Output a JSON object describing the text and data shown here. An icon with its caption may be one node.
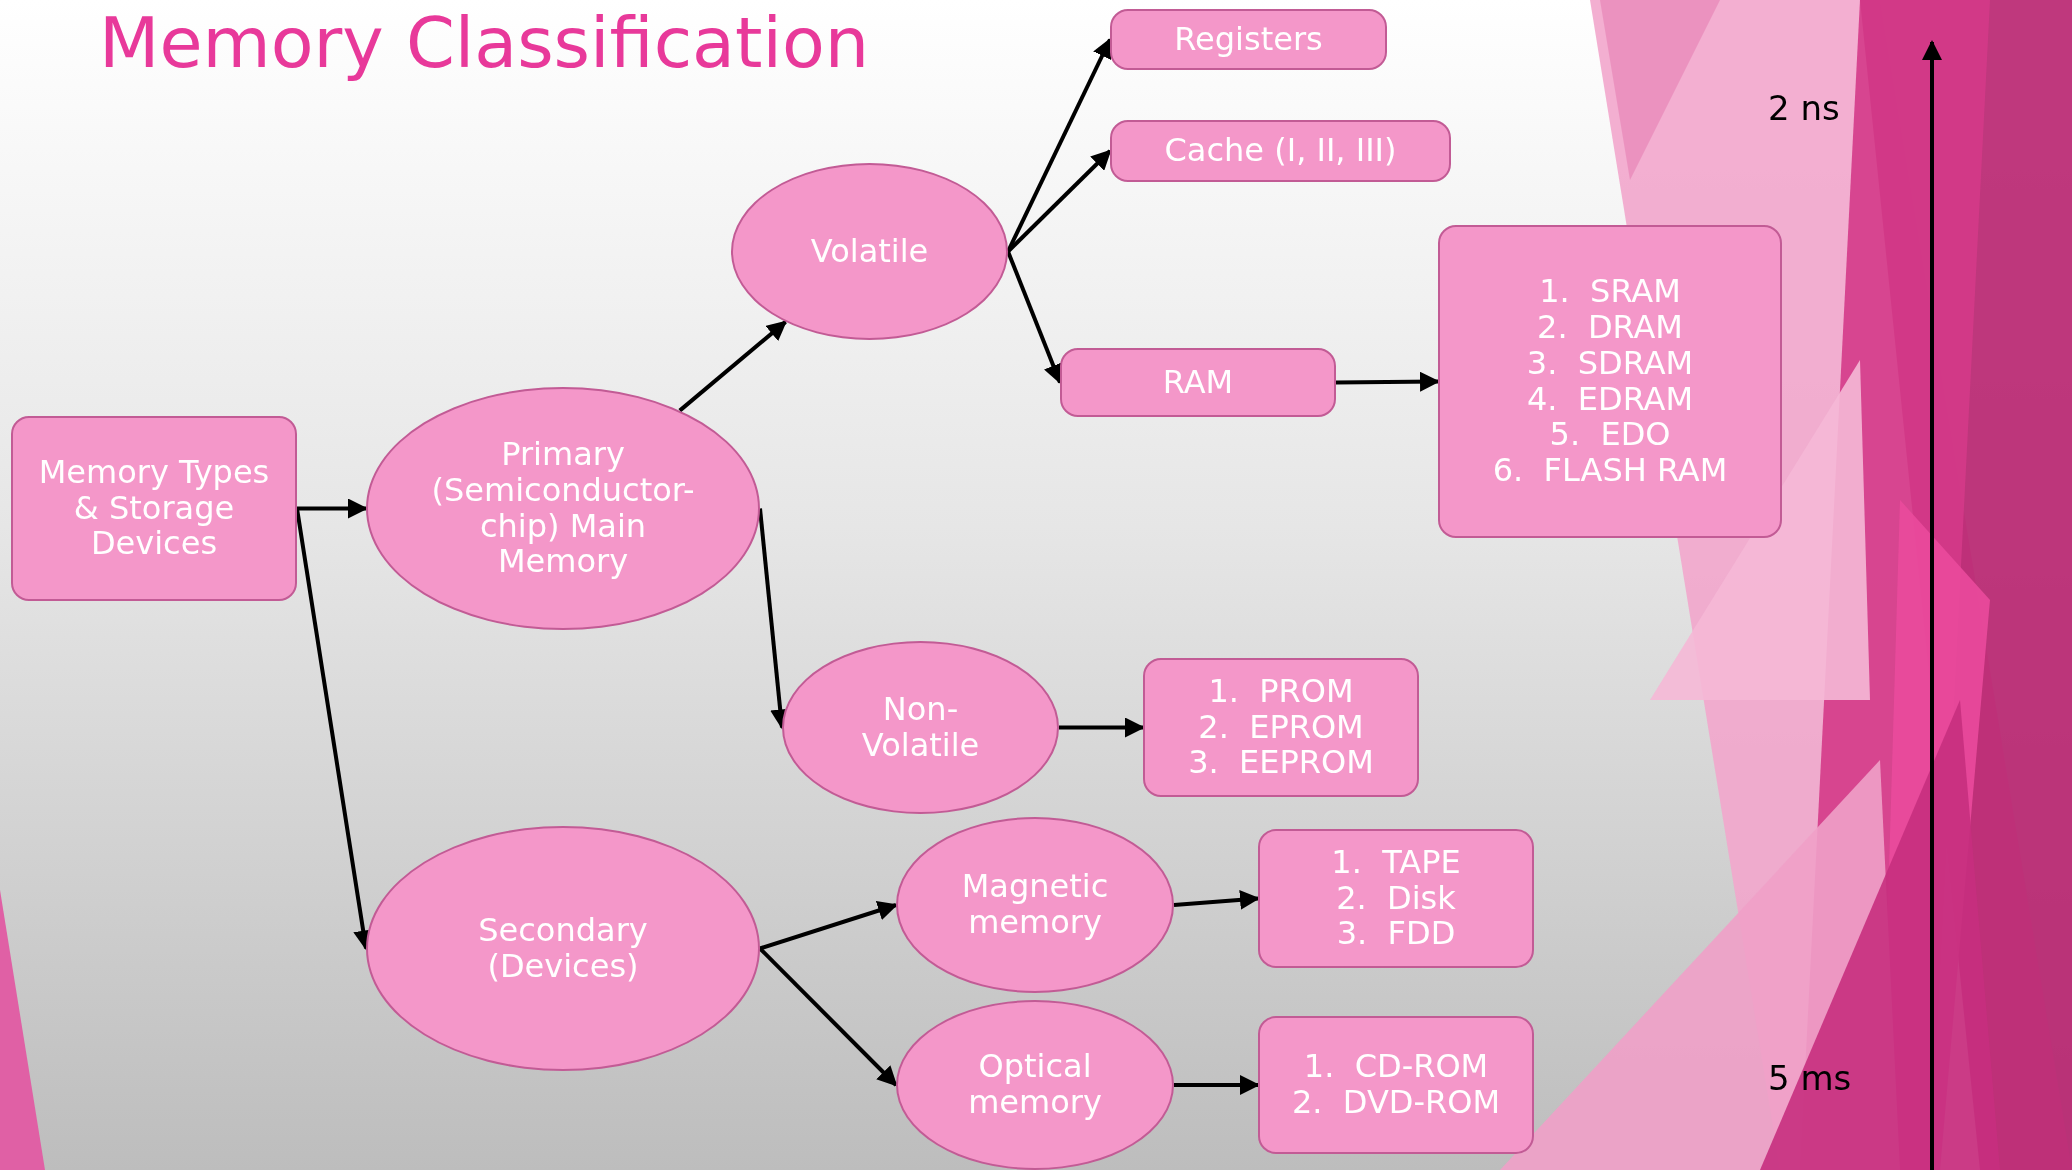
{
  "diagram": {
    "title": "Memory Classification",
    "nodes": [
      {
        "text": [
          "Memory Types & Storage Devices"
        ]
      },
      {
        "text": [
          "Primary (Semiconductor-chip) Main Memory"
        ]
      },
      {
        "text": [
          "Volatile"
        ]
      },
      {
        "text": [
          "Registers"
        ]
      },
      {
        "text": [
          "Cache (I, II, III)"
        ]
      },
      {
        "text": [
          "RAM"
        ]
      },
      {
        "text": [
          "1.  SRAM",
          "2.  DRAM",
          "3.  SDRAM",
          "4.  EDRAM",
          "5.  EDO",
          "6.  FLASH RAM"
        ]
      },
      {
        "text": [
          "Non-Volatile"
        ]
      },
      {
        "text": [
          "1.  PROM",
          "2.  EPROM",
          "3.  EEPROM"
        ]
      },
      {
        "text": [
          "Secondary (Devices)"
        ]
      },
      {
        "text": [
          "Magnetic memory"
        ]
      },
      {
        "text": [
          "1.  TAPE",
          "2.  Disk",
          "3.  FDD"
        ]
      },
      {
        "text": [
          "Optical memory"
        ]
      },
      {
        "text": [
          "1.  CD-ROM",
          "2.  DVD-ROM"
        ]
      }
    ],
    "edges": [
      {
        "from": 0,
        "to": 1,
        "arrow": "to"
      },
      {
        "from": 0,
        "to": 9,
        "arrow": "to"
      },
      {
        "from": 1,
        "to": 2,
        "arrow": "to"
      },
      {
        "from": 1,
        "to": 7,
        "arrow": "to"
      },
      {
        "from": 2,
        "to": 3,
        "arrow": "to"
      },
      {
        "from": 2,
        "to": 4,
        "arrow": "to"
      },
      {
        "from": 2,
        "to": 5,
        "arrow": "to"
      },
      {
        "from": 5,
        "to": 6,
        "arrow": "to"
      },
      {
        "from": 7,
        "to": 8,
        "arrow": "to"
      },
      {
        "from": 9,
        "to": 10,
        "arrow": "to"
      },
      {
        "from": 9,
        "to": 12,
        "arrow": "to"
      },
      {
        "from": 10,
        "to": 11,
        "arrow": "to"
      },
      {
        "from": 12,
        "to": 13,
        "arrow": "to"
      }
    ],
    "labels": [
      "2 ns",
      "5 ms"
    ]
  }
}
